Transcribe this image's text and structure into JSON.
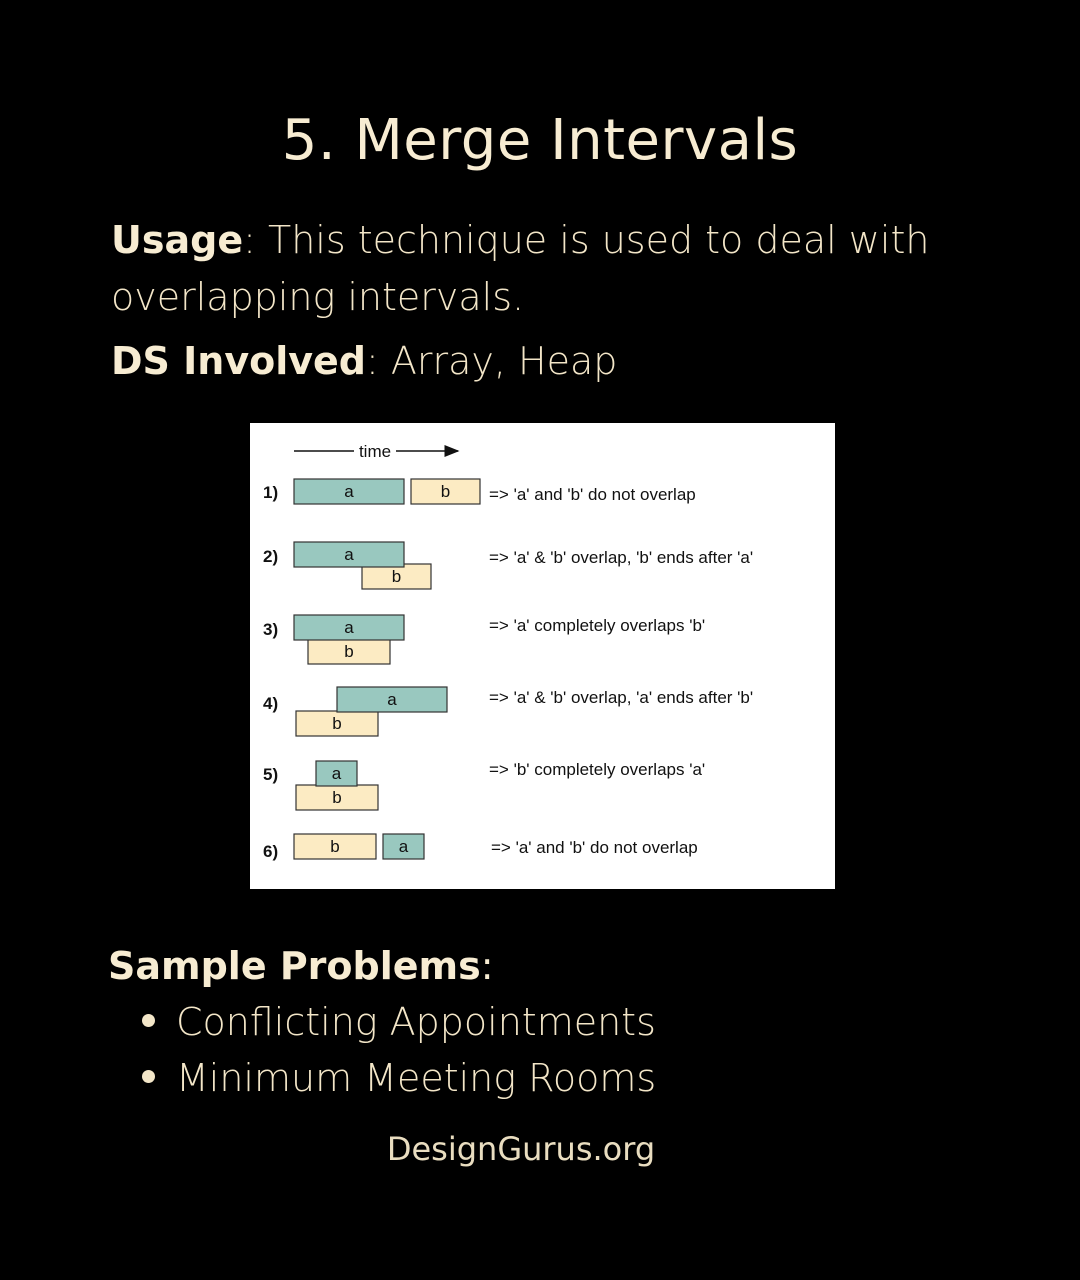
{
  "title": "5. Merge Intervals",
  "usage": {
    "label": "Usage",
    "text": ": This technique is used to deal with overlapping intervals."
  },
  "ds": {
    "label": "DS Involved",
    "text": ": Array, Heap"
  },
  "figure": {
    "axis_label": "time",
    "colors": {
      "a": "#99c8bf",
      "b": "#fcebc3",
      "border": "#333333"
    },
    "cases": [
      {
        "num": "1)",
        "description": "=> 'a' and 'b' do not overlap",
        "a_label": "a",
        "b_label": "b"
      },
      {
        "num": "2)",
        "description": "=> 'a' & 'b' overlap, 'b' ends after 'a'",
        "a_label": "a",
        "b_label": "b"
      },
      {
        "num": "3)",
        "description": "=> 'a' completely overlaps 'b'",
        "a_label": "a",
        "b_label": "b"
      },
      {
        "num": "4)",
        "description": "=> 'a' & 'b' overlap, 'a' ends after 'b'",
        "a_label": "a",
        "b_label": "b"
      },
      {
        "num": "5)",
        "description": "=> 'b' completely overlaps 'a'",
        "a_label": "a",
        "b_label": "b"
      },
      {
        "num": "6)",
        "description": "=> 'a' and 'b' do not overlap",
        "a_label": "a",
        "b_label": "b"
      }
    ]
  },
  "sample": {
    "label": "Sample Problems",
    "suffix": ":",
    "items": [
      "Conflicting Appointments",
      "Minimum Meeting Rooms"
    ]
  },
  "footer": "DesignGurus.org"
}
